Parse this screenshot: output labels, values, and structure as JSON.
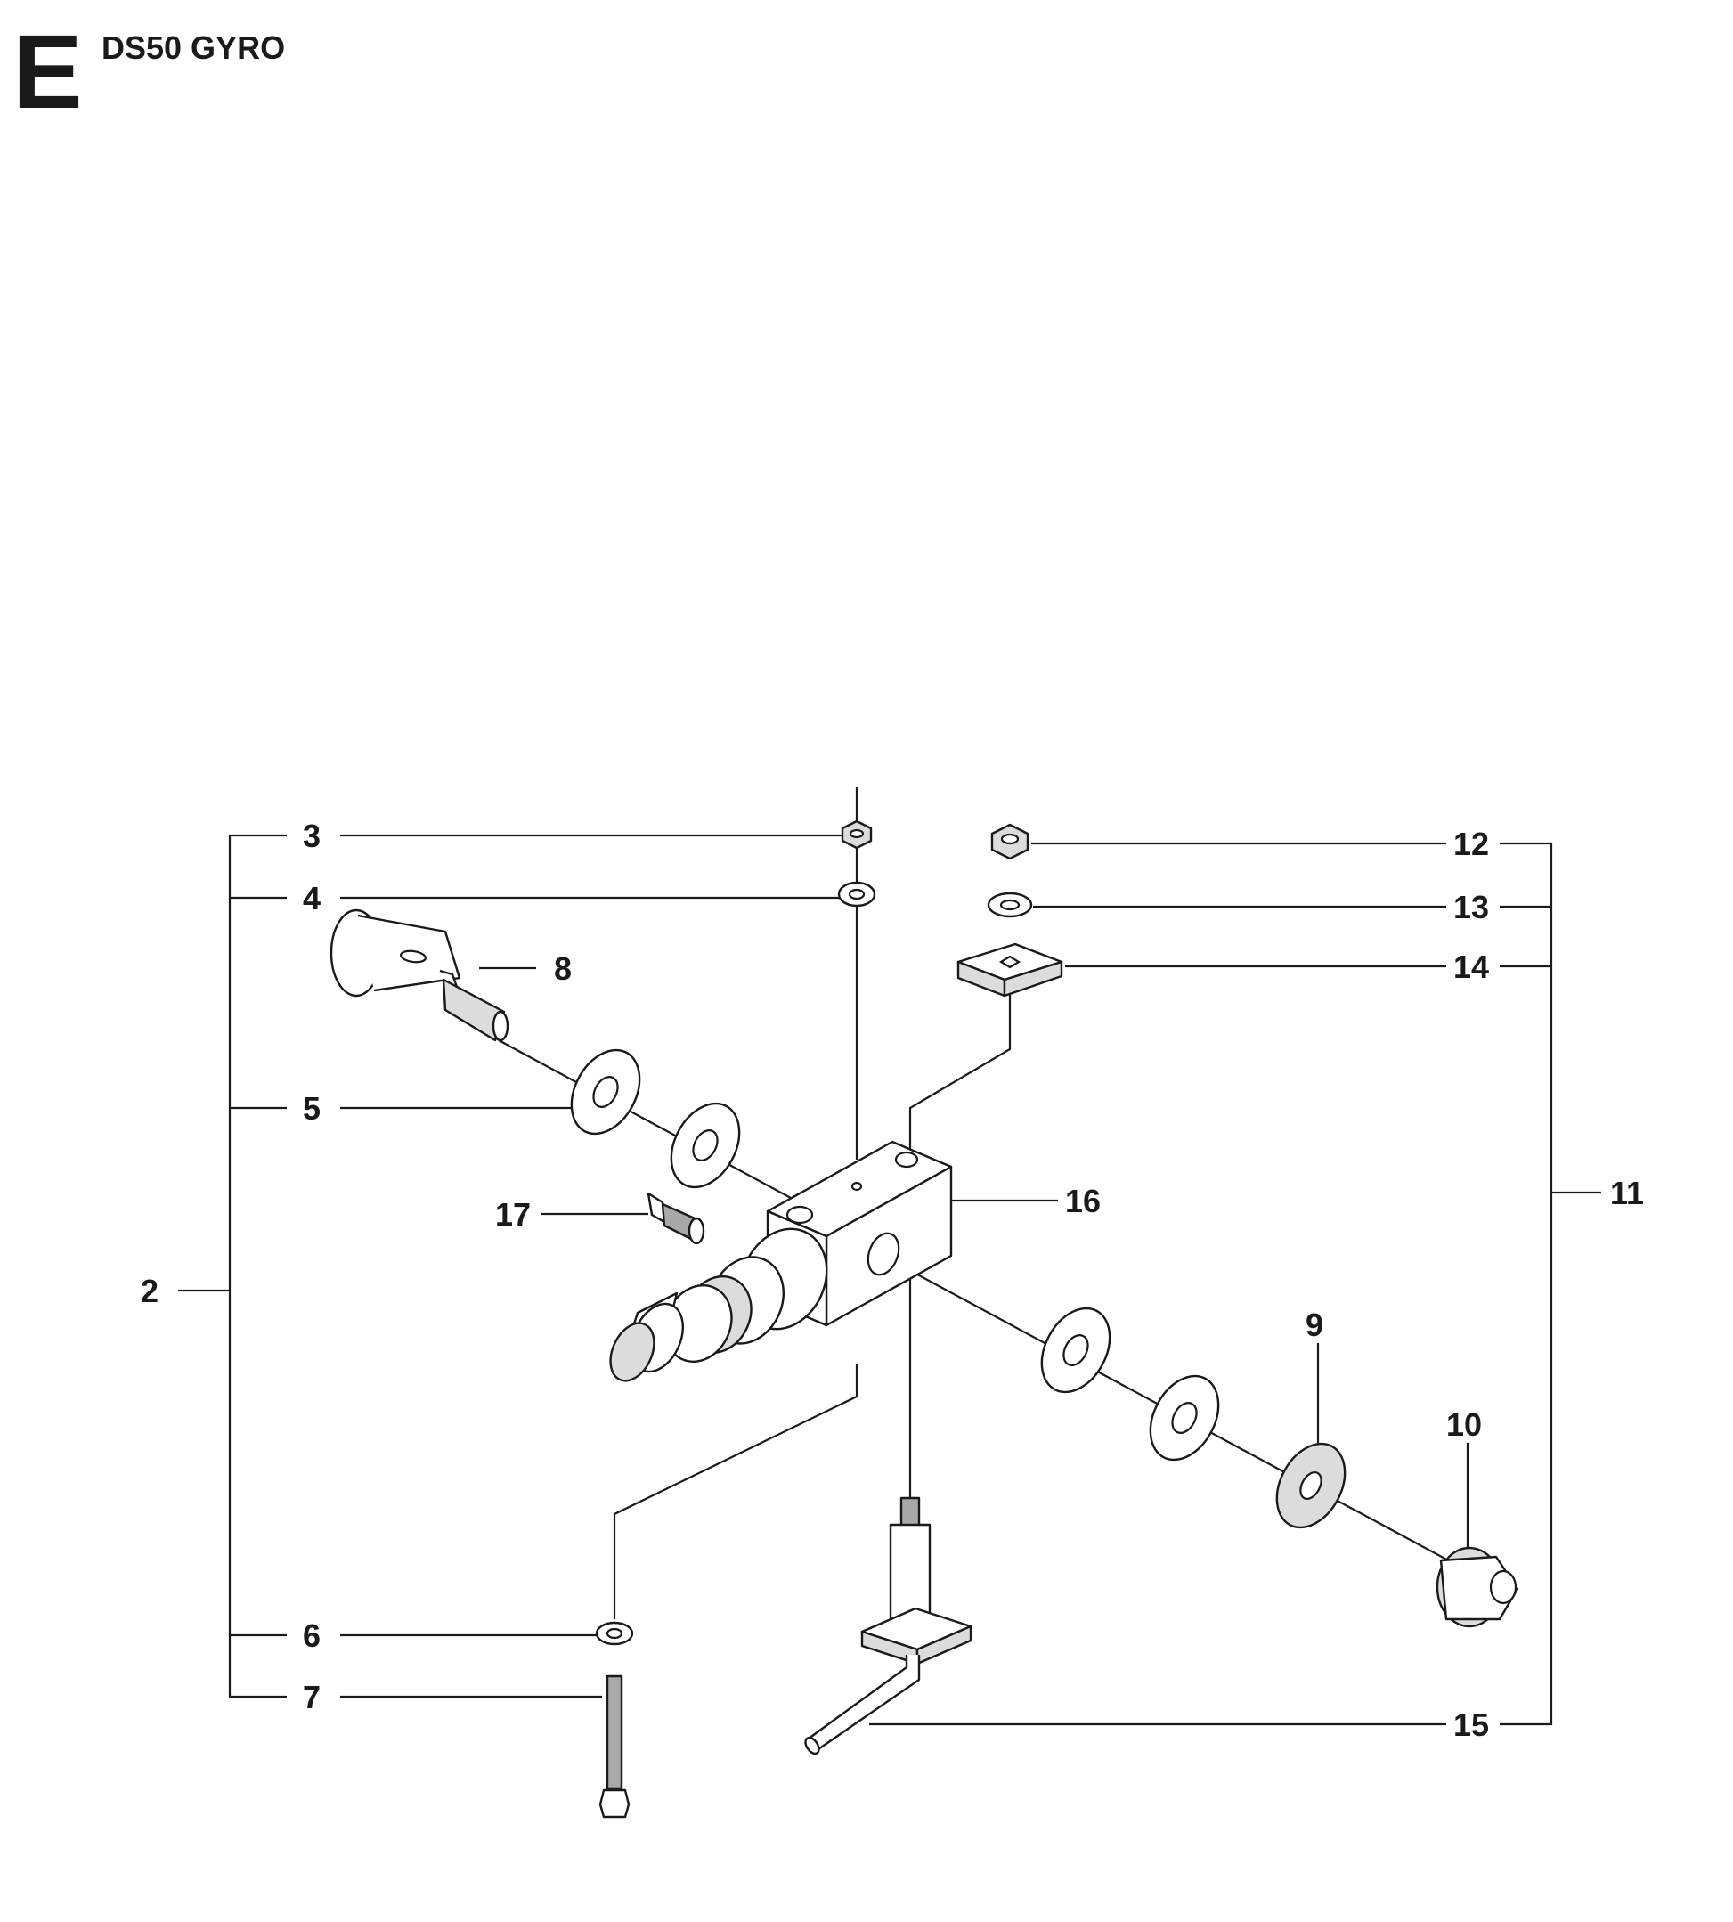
{
  "header": {
    "section_letter": "E",
    "title": "DS50 GYRO"
  },
  "callouts": [
    "2",
    "3",
    "4",
    "5",
    "6",
    "7",
    "8",
    "9",
    "10",
    "11",
    "12",
    "13",
    "14",
    "15",
    "16",
    "17"
  ]
}
